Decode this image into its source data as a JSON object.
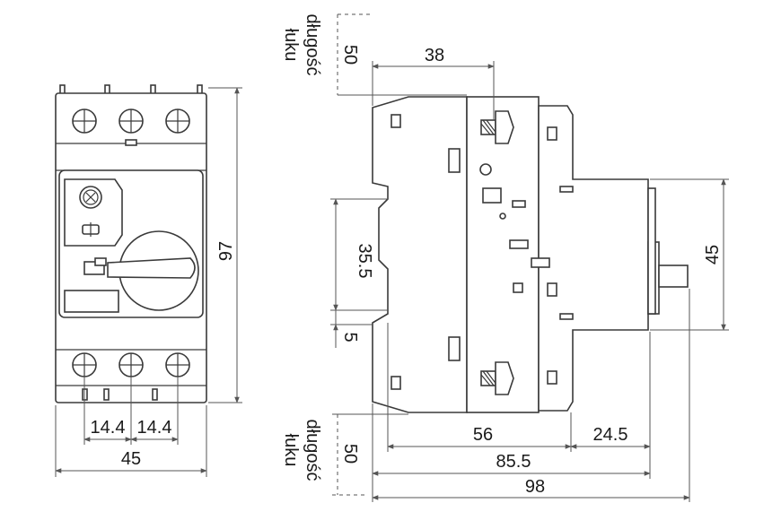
{
  "front_view": {
    "height_dim": "97",
    "pitch_left": "14.4",
    "pitch_right": "14.4",
    "width_dim": "45"
  },
  "side_view": {
    "arc_top": {
      "distance": "50",
      "label_line1": "długość",
      "label_line2": "łuku"
    },
    "arc_bottom": {
      "distance": "50",
      "label_line1": "długość",
      "label_line2": "łuku"
    },
    "dim_38": "38",
    "dim_35_5": "35.5",
    "dim_5": "5",
    "dim_45": "45",
    "dim_56": "56",
    "dim_24_5": "24.5",
    "dim_85_5": "85.5",
    "dim_98": "98"
  }
}
